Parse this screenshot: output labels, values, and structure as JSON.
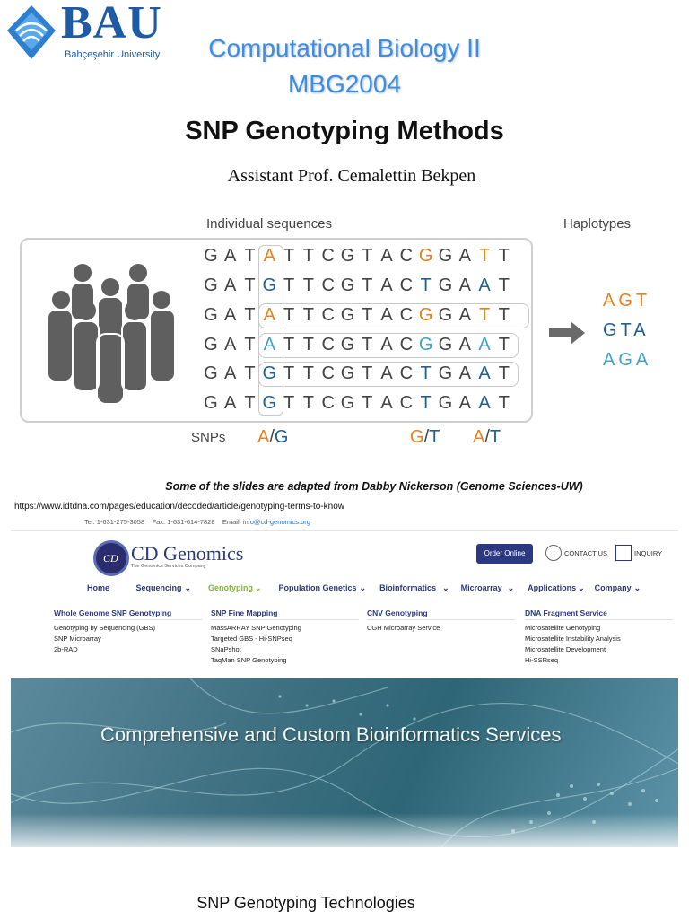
{
  "logo": {
    "name": "BAU",
    "subtitle": "Bahçeşehir University"
  },
  "course": {
    "line1": "Computational Biology II",
    "line2": "MBG2004"
  },
  "title": "SNP Genotyping Methods",
  "author": "Assistant Prof. Cemalettin Bekpen",
  "figure": {
    "heading_left": "Individual sequences",
    "heading_right": "Haplotypes",
    "sequences": [
      [
        "G",
        "A",
        "T",
        "A",
        "T",
        "T",
        "C",
        "G",
        "T",
        "A",
        "C",
        "G",
        "G",
        "A",
        "T",
        "T"
      ],
      [
        "G",
        "A",
        "T",
        "G",
        "T",
        "T",
        "C",
        "G",
        "T",
        "A",
        "C",
        "T",
        "G",
        "A",
        "A",
        "T"
      ],
      [
        "G",
        "A",
        "T",
        "A",
        "T",
        "T",
        "C",
        "G",
        "T",
        "A",
        "C",
        "G",
        "G",
        "A",
        "T",
        "T"
      ],
      [
        "G",
        "A",
        "T",
        "A",
        "T",
        "T",
        "C",
        "G",
        "T",
        "A",
        "C",
        "G",
        "G",
        "A",
        "A",
        "T"
      ],
      [
        "G",
        "A",
        "T",
        "G",
        "T",
        "T",
        "C",
        "G",
        "T",
        "A",
        "C",
        "T",
        "G",
        "A",
        "A",
        "T"
      ],
      [
        "G",
        "A",
        "T",
        "G",
        "T",
        "T",
        "C",
        "G",
        "T",
        "A",
        "C",
        "T",
        "G",
        "A",
        "A",
        "T"
      ]
    ],
    "haplotypes": [
      "AGT",
      "GTA",
      "AGA"
    ],
    "snps_label": "SNPs",
    "snps": [
      {
        "first": "A",
        "sep": "/",
        "second": "G"
      },
      {
        "first": "G",
        "sep": "/",
        "second": "T"
      },
      {
        "first": "A",
        "sep": "/",
        "second": "T"
      }
    ],
    "colors": {
      "orange": "#e8811f",
      "dark_blue": "#1f5f96",
      "light_blue": "#3fa3c8"
    }
  },
  "adapted_note": "Some of the slides are adapted from Dabby Nickerson (Genome Sciences-UW)",
  "url": "https://www.idtdna.com/pages/education/decoded/article/genotyping-terms-to-know",
  "website": {
    "topbar": {
      "tel": "Tel: 1-631-275-3058",
      "fax": "Fax: 1-631-614-7828",
      "email_label": "Email:",
      "email": "info@cd-genomics.org"
    },
    "logo_mark": "CD",
    "brand": "CD Genomics",
    "tagline": "The Genomics Services Company",
    "order_button": "Order Online",
    "contact": "CONTACT US",
    "inquiry": "INQUIRY",
    "nav": [
      "Home",
      "Sequencing",
      "Genotyping",
      "Population Genetics",
      "Bioinformatics",
      "Microarray",
      "Applications",
      "Company"
    ],
    "menu": [
      {
        "heading": "Whole Genome SNP Genotyping",
        "items": [
          "Genotyping by Sequencing (GBS)",
          "SNP Microarray",
          "2b-RAD"
        ]
      },
      {
        "heading": "SNP Fine Mapping",
        "items": [
          "MassARRAY SNP Genotyping",
          "Targeted GBS - Hi-SNPseq",
          "SNaPshot",
          "TaqMan SNP Genotyping"
        ]
      },
      {
        "heading": "CNV Genotyping",
        "items": [
          "CGH Microarray Service"
        ]
      },
      {
        "heading": "DNA Fragment Service",
        "items": [
          "Microsatellite Genotyping",
          "Microsatellite Instability Analysis",
          "Microsatellite Development",
          "Hi-SSRseq"
        ]
      }
    ],
    "banner": "Comprehensive and Custom Bioinformatics Services"
  },
  "footer": "SNP Genotyping Technologies"
}
